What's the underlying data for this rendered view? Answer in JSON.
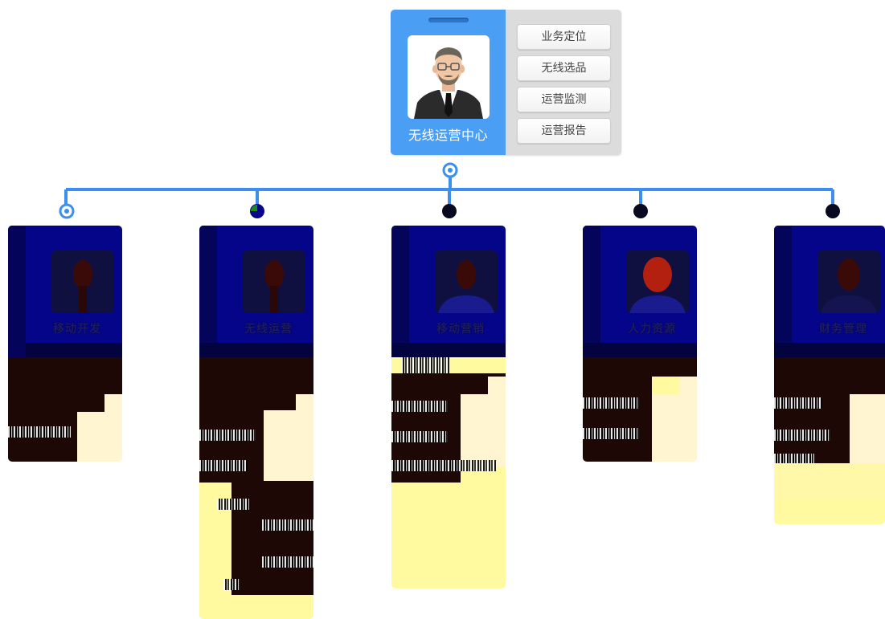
{
  "root": {
    "name": "无线运营中心",
    "menu": [
      "业务定位",
      "无线选品",
      "运营监测",
      "运营报告"
    ],
    "colors": {
      "panel": "#4a9ff5",
      "menu_bg": "#dcdcdc"
    },
    "avatar_icon": "manager-avatar-icon"
  },
  "children": [
    {
      "label": "移动开发"
    },
    {
      "label": "无线运营"
    },
    {
      "label": "移动营销"
    },
    {
      "label": "人力资源"
    },
    {
      "label": "财务管理"
    }
  ],
  "connector_color": "#3a8ff0"
}
